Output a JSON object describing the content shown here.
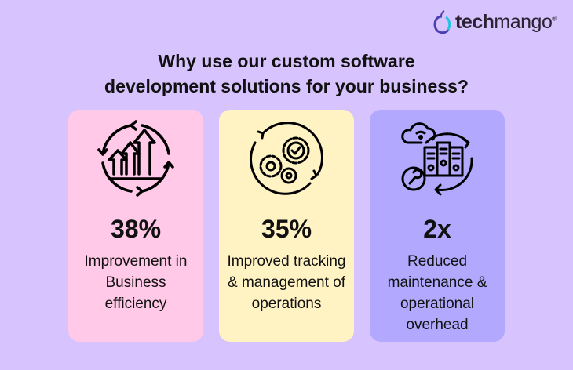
{
  "brand": {
    "logo_text_bold": "tech",
    "logo_text_light": "mango",
    "registered": "®"
  },
  "title": {
    "line1": "Why use our custom software",
    "line2": "development solutions for your business?"
  },
  "cards": [
    {
      "icon": "growth-cycle-icon",
      "stat": "38%",
      "desc": "Improvement in Business efficiency",
      "color": "#ffc9e7"
    },
    {
      "icon": "gears-check-icon",
      "stat": "35%",
      "desc": "Improved tracking & management of operations",
      "color": "#fff2c3"
    },
    {
      "icon": "server-maintenance-icon",
      "stat": "2x",
      "desc": "Reduced maintenance & operational overhead",
      "color": "#b2a9fe"
    }
  ]
}
